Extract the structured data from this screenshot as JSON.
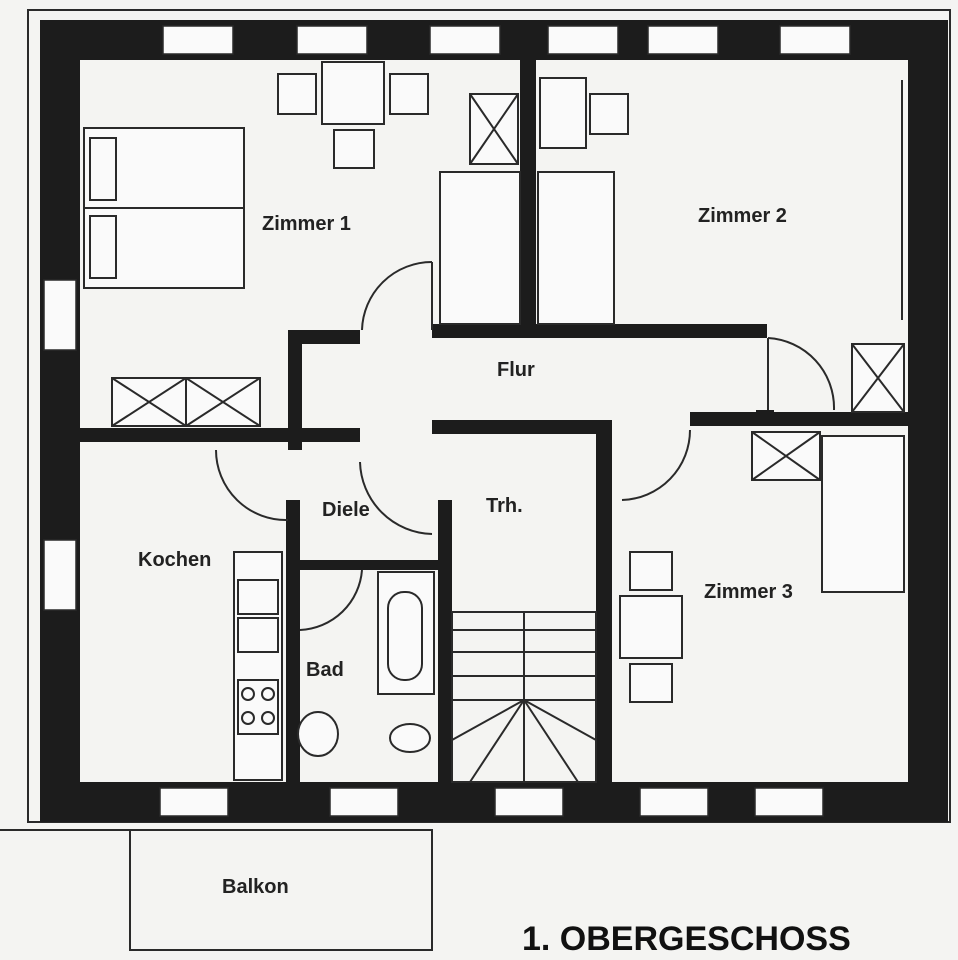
{
  "rooms": {
    "zimmer1": "Zimmer 1",
    "zimmer2": "Zimmer 2",
    "zimmer3": "Zimmer 3",
    "flur": "Flur",
    "diele": "Diele",
    "trh": "Trh.",
    "kochen": "Kochen",
    "bad": "Bad",
    "balkon": "Balkon"
  },
  "title": "1. OBERGESCHOSS",
  "colors": {
    "wall": "#1c1c1c",
    "paper": "#f4f4f2",
    "line": "#2a2a2a"
  }
}
